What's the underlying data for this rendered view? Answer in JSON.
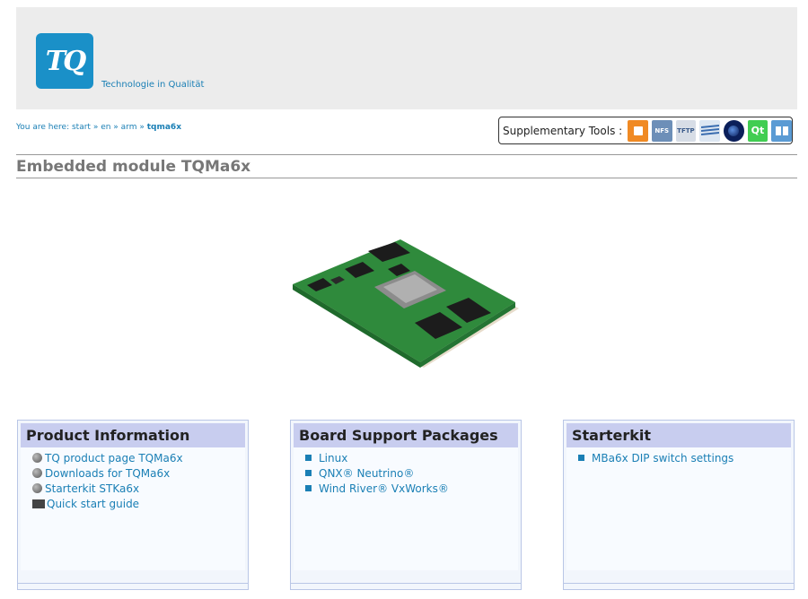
{
  "header": {
    "logo_text": "TQ",
    "tagline": "Technologie in Qualität"
  },
  "breadcrumb": {
    "prefix": "You are here:",
    "items": [
      "start",
      "en",
      "arm"
    ],
    "current": "tqma6x"
  },
  "tools": {
    "label": "Supplementary Tools :",
    "icons": [
      "orange-square-icon",
      "nfs-icon",
      "tftp-icon",
      "stripes-icon",
      "sphere-icon",
      "qt-icon",
      "book-icon"
    ],
    "nfs": "NFS",
    "tftp": "TFTP",
    "qt": "Qt"
  },
  "page": {
    "title": "Embedded module TQMa6x"
  },
  "panels": {
    "product": {
      "title": "Product Information",
      "links": [
        "TQ product page TQMa6x",
        "Downloads for TQMa6x",
        "Starterkit STKa6x",
        "Quick start guide"
      ]
    },
    "bsp": {
      "title": "Board Support Packages",
      "links": [
        "Linux",
        "QNX® Neutrino®",
        "Wind River® VxWorks®"
      ]
    },
    "starterkit": {
      "title": "Starterkit",
      "links": [
        "MBa6x DIP switch settings"
      ]
    }
  },
  "colors": {
    "accent": "#1a7fb5",
    "logo": "#1a90c8",
    "panel_head": "#c8cdef",
    "pcb": "#2f8a3c"
  }
}
